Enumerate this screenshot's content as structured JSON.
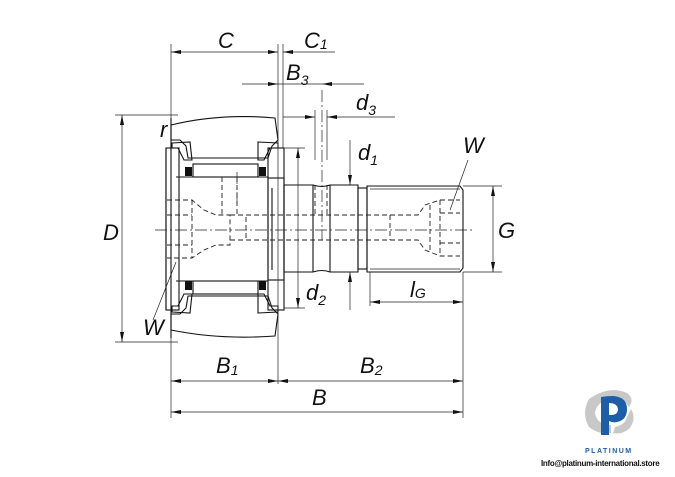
{
  "drawing": {
    "title": "Cam follower (stud type track roller) dimension drawing",
    "labels": {
      "C": "C",
      "C1_main": "C",
      "C1_sub": "1",
      "B3_main": "B",
      "B3_sub": "3",
      "d3_main": "d",
      "d3_sub": "3",
      "d1_main": "d",
      "d1_sub": "1",
      "d2_main": "d",
      "d2_sub": "2",
      "W_top": "W",
      "W_bottom": "W",
      "r": "r",
      "D": "D",
      "G": "G",
      "lG_main": "l",
      "lG_sub": "G",
      "B1_main": "B",
      "B1_sub": "1",
      "B2_main": "B",
      "B2_sub": "2",
      "B": "B"
    }
  },
  "branding": {
    "logo": "platinum-logo-icon",
    "name": "PLATINUM",
    "email": "Info@platinum-international.store",
    "colors": {
      "blue": "#1e5da8",
      "grey": "#c8c8c8"
    }
  }
}
